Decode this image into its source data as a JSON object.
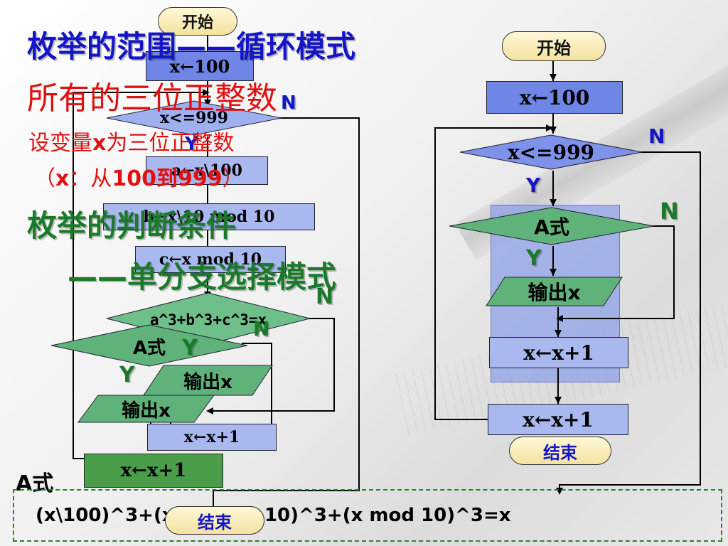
{
  "texts": {
    "title1": "枚举的范围——循环模式",
    "line_all": "所有的三位正整数",
    "line_var_a": "设变量",
    "line_var_x": "x",
    "line_var_b": "为三位正整数",
    "range_a": "（",
    "range_x": "x",
    "range_b": "：从",
    "range_num": "100到999",
    "range_c": "）",
    "title2": "枚举的判断条件",
    "title3": "——单分支选择模式",
    "formula_label": "A式",
    "formula": "(x\\100)^3+(x\\10 mod 10)^3+(x mod 10)^3=x"
  },
  "left_flow": {
    "start": "开始",
    "init": "x←100",
    "cond": "x<=999",
    "a_assign": "a←x\\100",
    "b_assign": "b←x\\10 mod 10",
    "c_assign": "c←x mod 10",
    "check": "a^3+b^3+c^3=x",
    "n1": "N",
    "y1": "Y",
    "n2": "N",
    "y2": "Y",
    "output1": "输出x",
    "inc1": "x←x+1",
    "end": "结束",
    "a_cond": "A式",
    "n3": "N",
    "y3": "Y",
    "output2": "输出x",
    "inc2": "x←x+1"
  },
  "right_flow": {
    "start": "开始",
    "init": "x←100",
    "cond": "x<=999",
    "n1": "N",
    "y1": "Y",
    "a_cond": "A式",
    "n2": "N",
    "y2": "Y",
    "output": "输出x",
    "inc_inner": "x←x+1",
    "inc_outer": "x←x+1",
    "end": "结束"
  },
  "colors": {
    "title_blue": "#1515c8",
    "title_green": "#1a7a2a",
    "text_red": "#e01010",
    "box_blue": "#6f86e6",
    "box_light_blue": "#aab8f0",
    "diamond_blue": "#7e92ea",
    "diamond_green": "#5fb37a",
    "rect_green": "#4a9e4a",
    "loop_panel": "#8fa2e8"
  }
}
